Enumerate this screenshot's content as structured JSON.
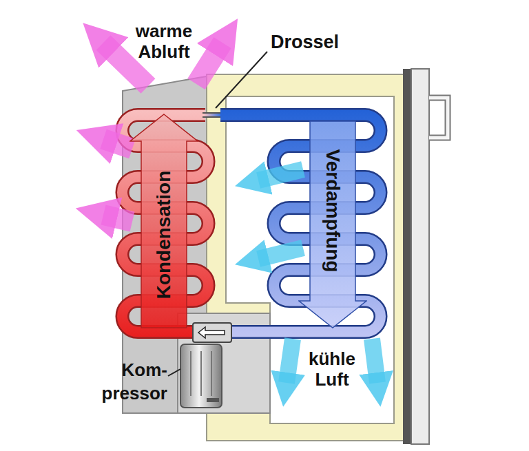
{
  "diagram": {
    "nodes": [
      {
        "text": [
          "Kondensation"
        ]
      },
      {
        "text": [
          "Verdampfung"
        ]
      }
    ],
    "labels": [
      "warme Abluft",
      "Drossel",
      "kühle Luft",
      "Kom- pressor"
    ]
  }
}
